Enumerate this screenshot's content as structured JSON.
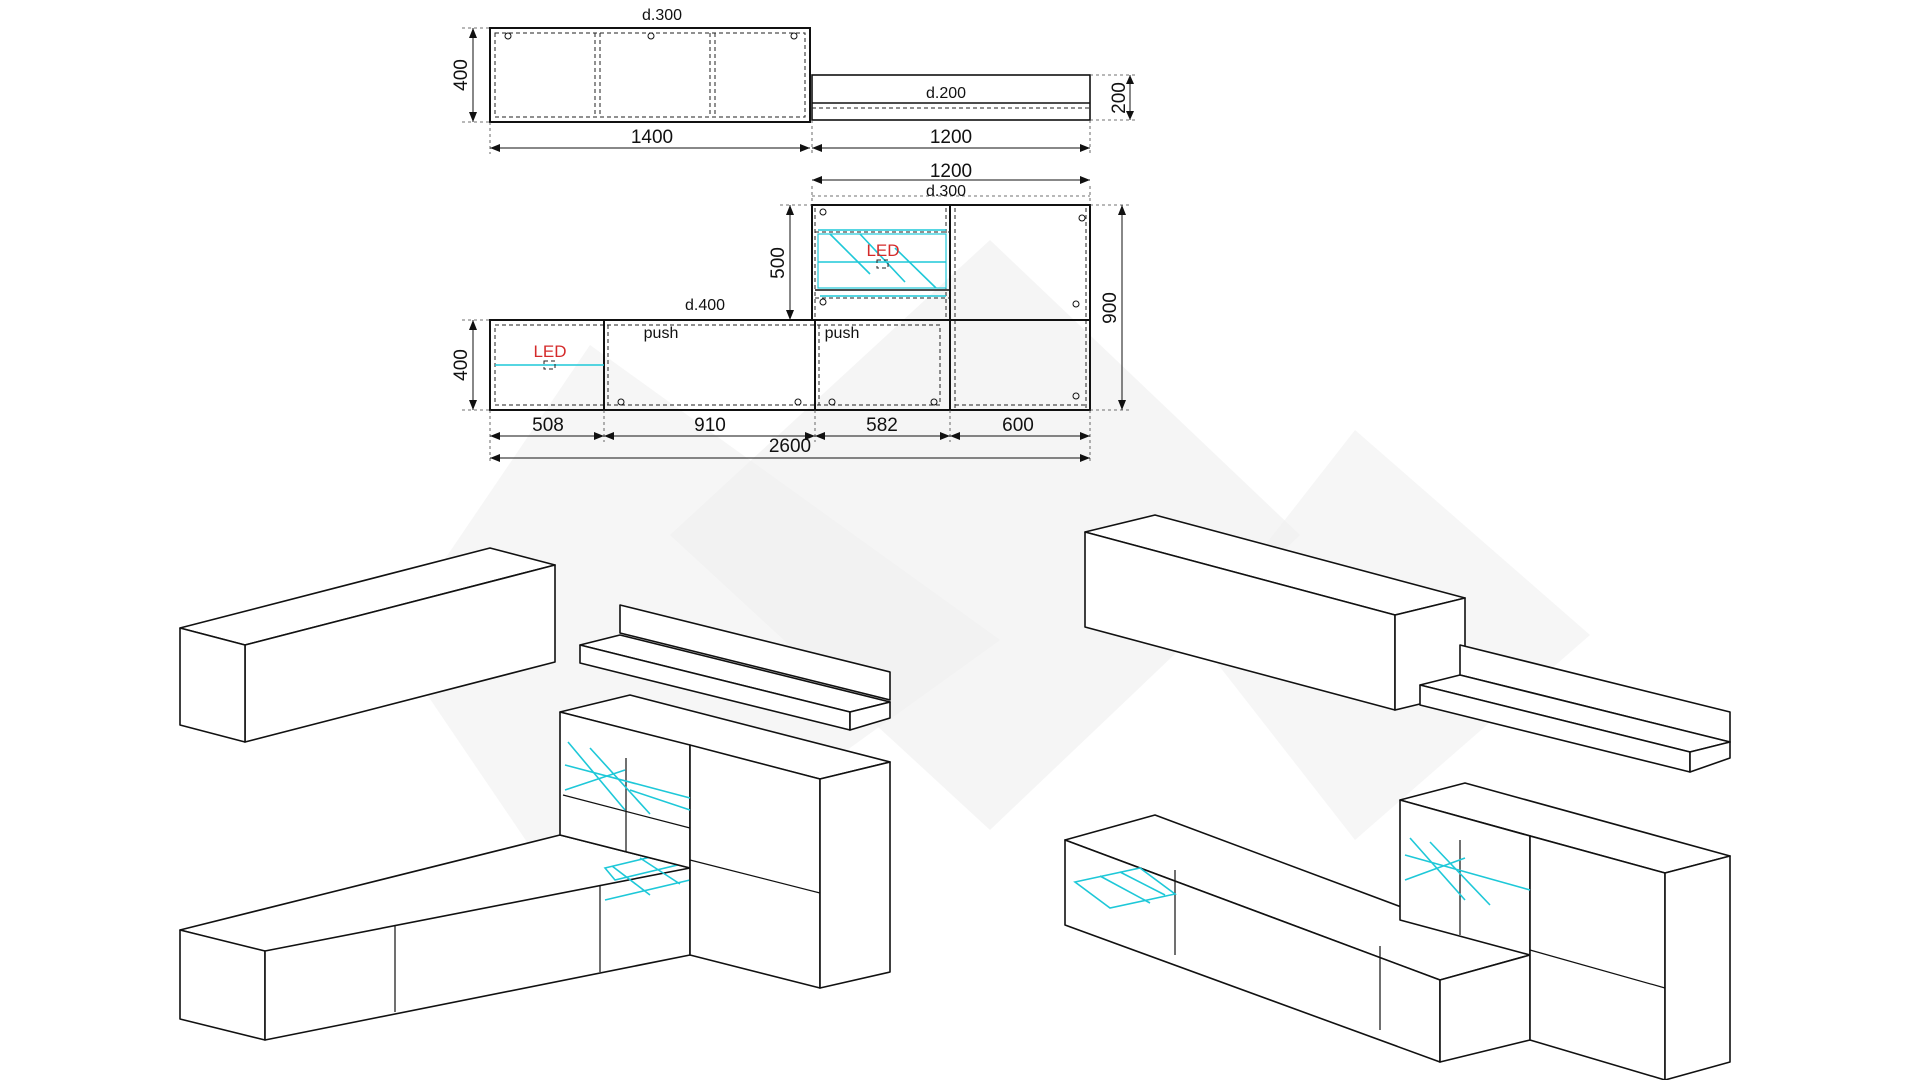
{
  "drawing": {
    "top_shelves": {
      "wall_cabinet_depth": "d.300",
      "wall_cabinet_height": "400",
      "wall_cabinet_width": "1400",
      "shelf_depth": "d.200",
      "shelf_height": "200",
      "shelf_width": "1200"
    },
    "lower_units": {
      "upper_width": "1200",
      "upper_depth": "d.300",
      "upper_height": "500",
      "total_height": "900",
      "lowboard_depth": "d.400",
      "lowboard_height": "400",
      "led_label": "LED",
      "push_label": "push",
      "widths": [
        "508",
        "910",
        "582",
        "600"
      ],
      "total_width": "2600"
    }
  },
  "colors": {
    "line": "#111111",
    "led_glass": "#1ec8d8",
    "led_text": "#d42a2a",
    "watermark": "#eeeeee"
  }
}
